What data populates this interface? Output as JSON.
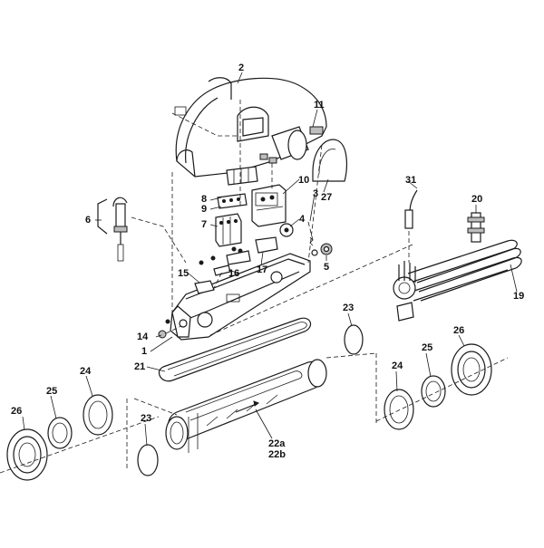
{
  "diagram": {
    "callouts": {
      "c1": "1",
      "c2": "2",
      "c3": "3",
      "c4": "4",
      "c5": "5",
      "c6": "6",
      "c7": "7",
      "c8": "8",
      "c9": "9",
      "c10": "10",
      "c11": "11",
      "c14": "14",
      "c15": "15",
      "c16": "16",
      "c17": "17",
      "c19": "19",
      "c20": "20",
      "c21": "21",
      "c22a": "22a",
      "c22b": "22b",
      "c23_left": "23",
      "c23_top": "23",
      "c24_left": "24",
      "c24_right": "24",
      "c25_left": "25",
      "c25_right": "25",
      "c26_left": "26",
      "c26_right": "26",
      "c27": "27",
      "c31": "31"
    }
  }
}
